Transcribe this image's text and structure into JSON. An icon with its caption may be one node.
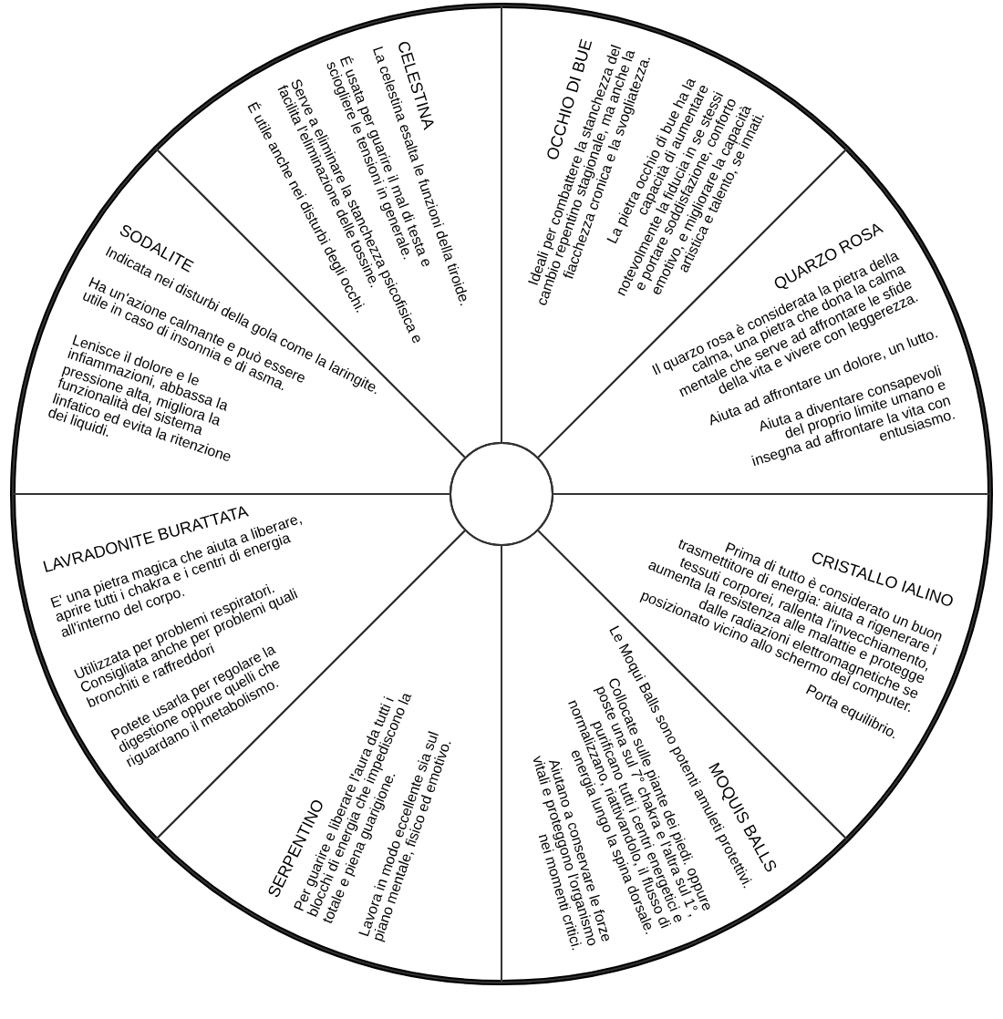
{
  "diagram": {
    "nodes": [
      {
        "text": [
          "OCCHIO DI BUE",
          "Ideali per combattere la stanchezza del cambio repentino stagionale, ma anche la fiacchezza cronica e la svogliatezza.",
          "La pietra occhio di bue ha la capacità di aumentare notevolmente la fiducia in se stessi e portare soddisfazione, conforto emotivo, e migliorare la capacità artistica e talento, se innati."
        ]
      },
      {
        "text": [
          "QUARZO ROSA",
          "Il quarzo rosa è considerata la pietra della calma, una pietra che dona la calma mentale che serve ad affrontare le sfide della vita e vivere con leggerezza.",
          "Aiuta ad affrontare un dolore, un lutto.",
          "Aiuta a diventare consapevoli del proprio limite umano e insegna ad affrontare la vita con entusiasmo."
        ]
      },
      {
        "text": [
          "CRISTALLO IALINO",
          "Prima di tutto è considerato un buon trasmettitore di energia: aiuta a rigenerare i tessuti corporei, rallenta l'invecchiamento, aumenta la resistenza alle malattie e protegge dalle radiazioni elettromagnetiche se posizionato vicino allo schermo del computer.",
          "Porta equilibrio."
        ]
      },
      {
        "text": [
          "MOQUIS BALLS",
          "Le Moqui Balls sono potenti amuleti protettivi.",
          "Collocate sulle piante dei piedi. oppure poste una sul 7° chakra e l'altra sul 1°, purificano tutti i centri energetici e normalizzano, riattivandolo, il flusso di energia lungo la spina dorsale.",
          "Aiutano a conservare le forze vitali e proteggono l'organismo nei momenti critici."
        ]
      },
      {
        "text": [
          "SERPENTINO",
          "Per guarire e liberare l'aura da tutti i blocchi di energia che impediscono la totale e piena guarigione.",
          "Lavora in modo eccellente sia sul piano mentale, fisico ed emotivo."
        ]
      },
      {
        "text": [
          "LAVRADONITE BURATTATA",
          "E' una pietra magica che aiuta a liberare, aprire tutti i chakra e i centri di energia all'interno del corpo.",
          "Utilizzata per problemi respiratori. Consigliata anche per problemi quali bronchiti e raffreddori",
          "Potete usarla per regolare la digestione oppure quelli che riguardano il metabolismo."
        ]
      },
      {
        "text": [
          "SODALITE",
          "Indicata nei disturbi della gola come la laringite.",
          "Ha un'azione calmante e può essere utile in caso di insonnia e di asma.",
          "Lenisce il dolore e le infiammazioni, abbassa la pressione alta, migliora la funzionalità del sistema linfatico ed evita la ritenzione dei liquidi."
        ]
      },
      {
        "text": [
          "CELESTINA",
          "La celestina esalta le funzioni della tiroide.",
          "É usata per guarire il mal di testa e sciogliere le tensioni in generale.",
          "Serve a eliminare la stanchezza psicofisica e facilita l'eliminazione delle tossine.",
          "É utile anche nei disturbi degli occhi."
        ]
      }
    ]
  }
}
